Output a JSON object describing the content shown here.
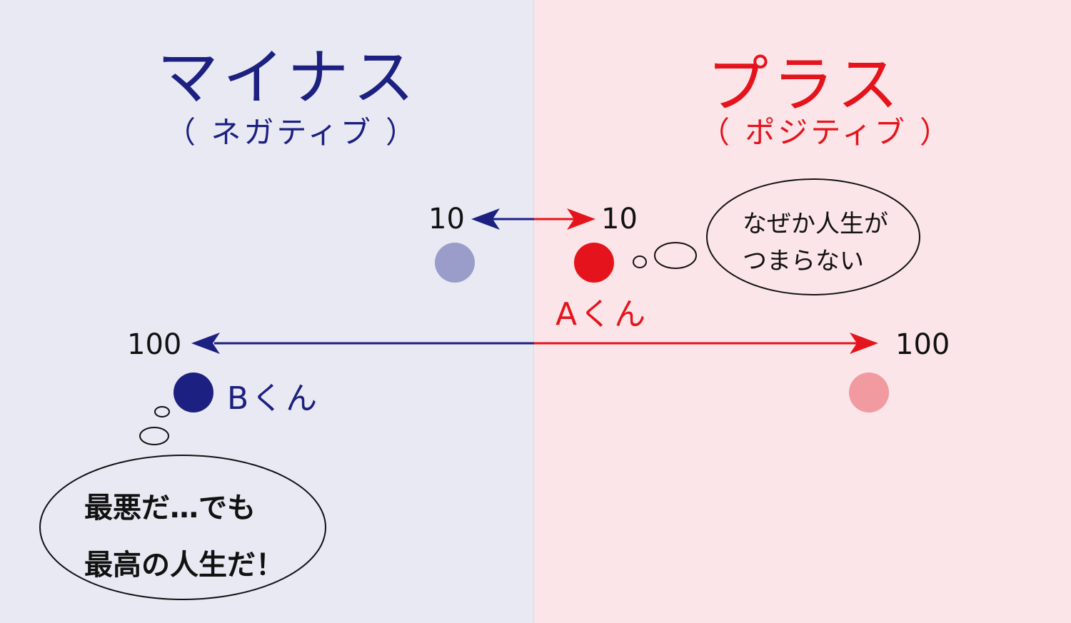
{
  "colors": {
    "negative": "#1c2080",
    "positive": "#e5141c",
    "negative_bg": "#e8e9f3",
    "positive_bg": "#fbe5e8",
    "negative_light_dot": "#9a9cca",
    "positive_light_dot": "#f19aa0",
    "negative_dark_dot": "#1c2080",
    "positive_dark_dot": "#e5141c"
  },
  "left": {
    "title": "マイナス",
    "subtitle": "（ ネガティブ ）"
  },
  "right": {
    "title": "プラス",
    "subtitle": "（ ポジティブ ）"
  },
  "scale": {
    "small_left": "10",
    "small_right": "10",
    "large_left": "100",
    "large_right": "100"
  },
  "persons": {
    "a": {
      "name": "Aくん",
      "thought_lines": [
        "なぜか人生が",
        "つまらない"
      ]
    },
    "b": {
      "name": "Bくん",
      "thought_lines": [
        "最悪だ…でも",
        "最高の人生だ！"
      ]
    }
  }
}
